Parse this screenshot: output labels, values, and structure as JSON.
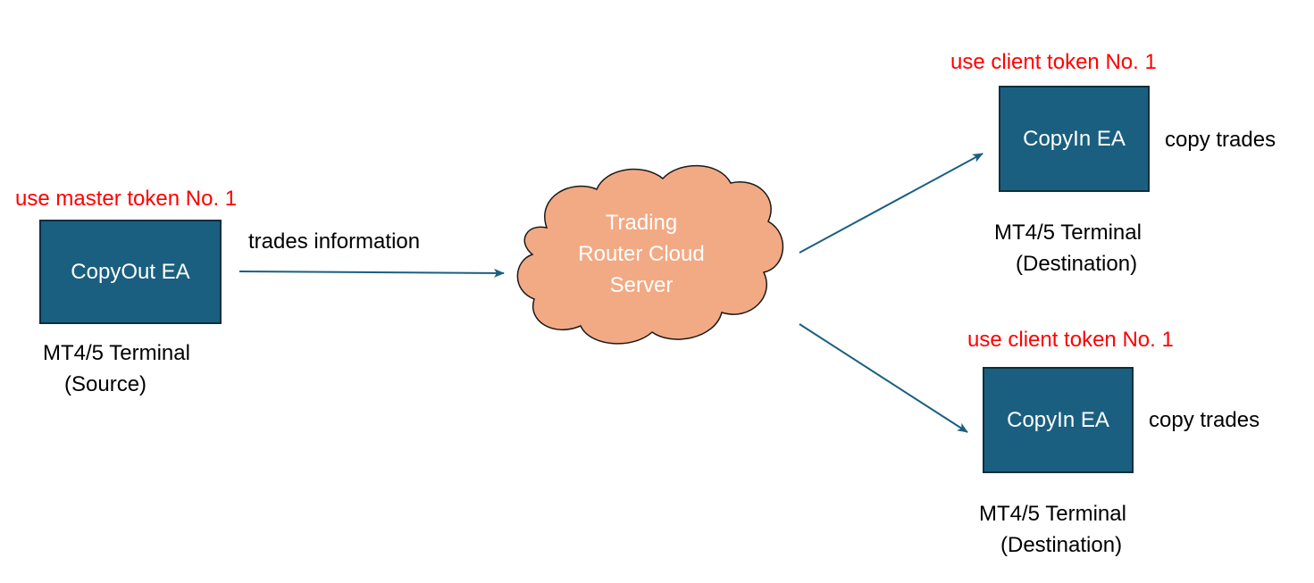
{
  "colors": {
    "box_fill": "#1a5f80",
    "box_border": "#0b2f40",
    "box_text": "#ffffff",
    "cloud_fill": "#f2aa84",
    "cloud_stroke": "#1a1a1a",
    "cloud_text": "#ffffff",
    "arrow": "#1a5f80",
    "token_text": "#ff0000"
  },
  "source": {
    "token_label": "use master token No. 1",
    "box_label": "CopyOut EA",
    "terminal_line1": "MT4/5 Terminal",
    "terminal_line2": "(Source)"
  },
  "flow": {
    "label": "trades information"
  },
  "cloud": {
    "line1": "Trading",
    "line2": "Router Cloud",
    "line3": "Server"
  },
  "destinations": [
    {
      "token_label": "use client token No. 1",
      "box_label": "CopyIn EA",
      "action_label": "copy trades",
      "terminal_line1": "MT4/5 Terminal",
      "terminal_line2": "(Destination)"
    },
    {
      "token_label": "use client token No. 1",
      "box_label": "CopyIn EA",
      "action_label": "copy trades",
      "terminal_line1": "MT4/5 Terminal",
      "terminal_line2": "(Destination)"
    }
  ]
}
